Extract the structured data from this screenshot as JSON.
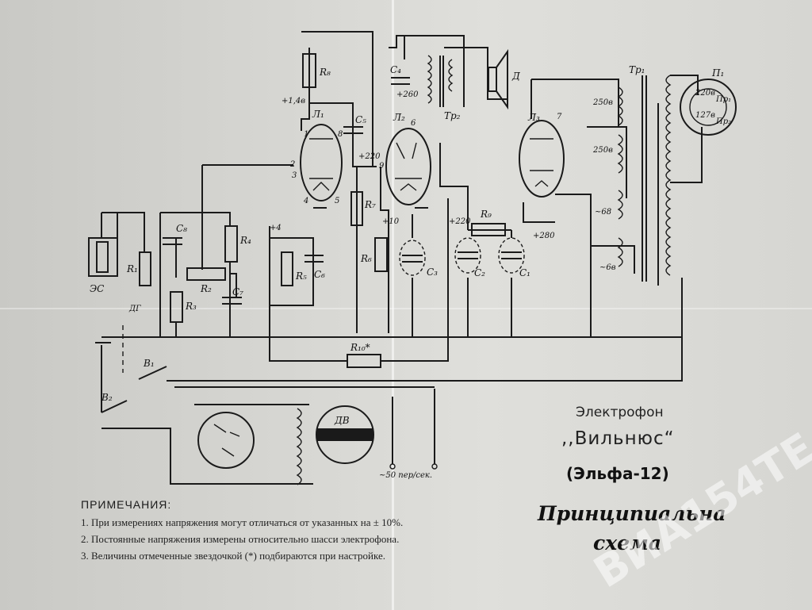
{
  "title": {
    "line1": "Электрофон",
    "line2": ",,Вильнюс“",
    "line3": "(Эльфа-12)",
    "line4": "Принципиальна",
    "line5": "схема"
  },
  "notes": {
    "heading": "ПРИМЕЧАНИЯ:",
    "items": [
      "1. При измерениях напряжения могут отличаться от указанных на ± 10%.",
      "2. Постоянные напряжения измерены относительно шасси электрофона.",
      "3. Величины отмеченные звездочкой (*) подбираются при настройке."
    ]
  },
  "labels": {
    "r1": "R₁",
    "r2": "R₂",
    "r3": "R₃",
    "r4": "R₄",
    "r5": "R₅",
    "r6": "R₆",
    "r7": "R₇",
    "r8": "R₈",
    "r9": "R₉",
    "r10": "R₁₀*",
    "c1": "C₁",
    "c2": "C₂",
    "c3": "C₃",
    "c4": "C₄",
    "c5": "C₅",
    "c6": "C₆",
    "c7": "C₇",
    "c8": "C₈",
    "l1": "Л₁",
    "l2": "Л₂",
    "l3": "Л₃",
    "tr1": "Тр₁",
    "tr2": "Тр₂",
    "speaker": "Д",
    "p1": "П₁",
    "es": "ЭС",
    "dg": "ДГ",
    "v1": "В₁",
    "v2": "В₂",
    "motor": "ДВ",
    "v250a": "250в",
    "v250b": "250в",
    "v68": "~68",
    "v68b": "~6в",
    "v220a": "220в",
    "v127": "127в",
    "pr1": "Пр₁",
    "pr2": "Пр₂",
    "plus220a": "+220",
    "plus220b": "+220",
    "plus280": "+280",
    "plus260": "+260",
    "plus10": "+10",
    "plus14": "+1,4в",
    "plus4": "+4",
    "mains": "~50 пер/сек.",
    "pins": [
      "1",
      "2",
      "3",
      "4",
      "5",
      "6",
      "7",
      "9",
      "8"
    ]
  },
  "watermark": "ВИА154ТЕ"
}
